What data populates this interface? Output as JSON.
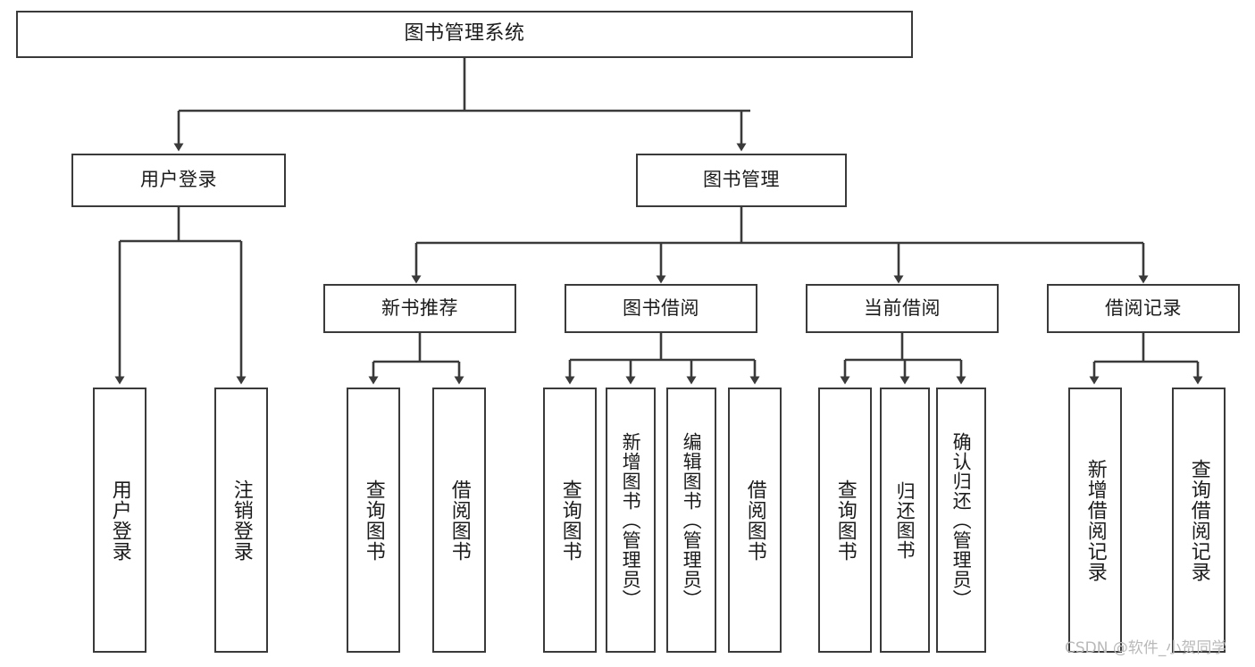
{
  "diagram": {
    "title": "图书管理系统",
    "watermark": "CSDN @软件_小贺同学",
    "colors": {
      "background": "#ffffff",
      "box_border": "#3a3a3a",
      "box_fill": "#ffffff",
      "text": "#1b1b1b",
      "connector": "#3a3a3a",
      "watermark": "#b9b9b9"
    },
    "nodes": {
      "root": {
        "label": "图书管理系统"
      },
      "tier2": [
        {
          "id": "user-login",
          "label": "用户登录"
        },
        {
          "id": "book-management",
          "label": "图书管理"
        }
      ],
      "tier3": [
        {
          "id": "new-book-recommend",
          "label": "新书推荐"
        },
        {
          "id": "book-borrow",
          "label": "图书借阅"
        },
        {
          "id": "current-borrow",
          "label": "当前借阅"
        },
        {
          "id": "borrow-record",
          "label": "借阅记录"
        }
      ],
      "leaves": {
        "user_login": [
          {
            "id": "leaf-user-login",
            "label": "用户登录"
          },
          {
            "id": "leaf-logout-login",
            "label": "注销登录"
          }
        ],
        "new_book_recommend": [
          {
            "id": "leaf-query-book-1",
            "label": "查询图书"
          },
          {
            "id": "leaf-borrow-book-1",
            "label": "借阅图书"
          }
        ],
        "book_borrow": [
          {
            "id": "leaf-query-book-2",
            "label": "查询图书"
          },
          {
            "id": "leaf-add-book",
            "label": "新增图书（管理员）"
          },
          {
            "id": "leaf-edit-book",
            "label": "编辑图书（管理员）"
          },
          {
            "id": "leaf-borrow-book-2",
            "label": "借阅图书"
          }
        ],
        "current_borrow": [
          {
            "id": "leaf-query-book-3",
            "label": "查询图书"
          },
          {
            "id": "leaf-return-book",
            "label": "归还图书"
          },
          {
            "id": "leaf-confirm-return",
            "label": "确认归还（管理员）"
          }
        ],
        "borrow_record": [
          {
            "id": "leaf-add-borrow-record",
            "label": "新增借阅记录"
          },
          {
            "id": "leaf-query-borrow-record",
            "label": "查询借阅记录"
          }
        ]
      }
    }
  }
}
